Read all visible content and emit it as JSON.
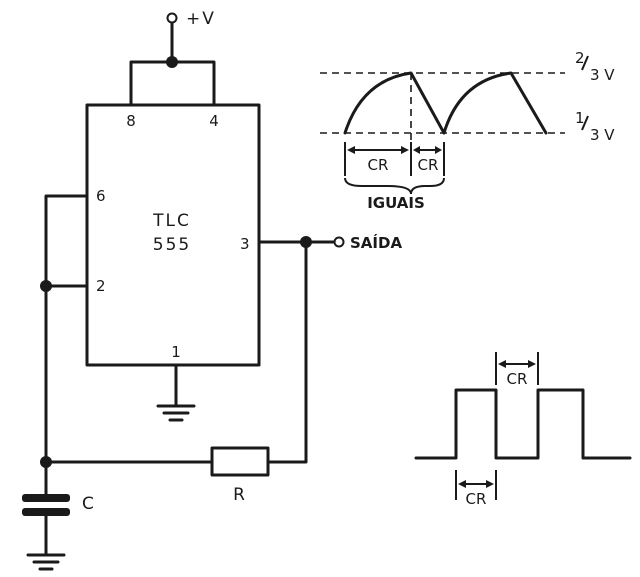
{
  "supply_label": "+V",
  "ic": {
    "line1": "TLC",
    "line2": "555"
  },
  "pins": {
    "p8": "8",
    "p4": "4",
    "p6": "6",
    "p2": "2",
    "p3": "3",
    "p1": "1"
  },
  "output_label": "SAÍDA",
  "resistor_label": "R",
  "capacitor_label": "C",
  "capacitor_wave": {
    "upper_level": "2/3 V",
    "upper_num": "2",
    "upper_den": "3 V",
    "lower_level": "1/3 V",
    "lower_num": "1",
    "lower_den": "3 V",
    "charge_label": "CR",
    "discharge_label": "CR",
    "equal_label": "IGUAIS"
  },
  "square_wave": {
    "high_label": "CR",
    "low_label": "CR"
  }
}
